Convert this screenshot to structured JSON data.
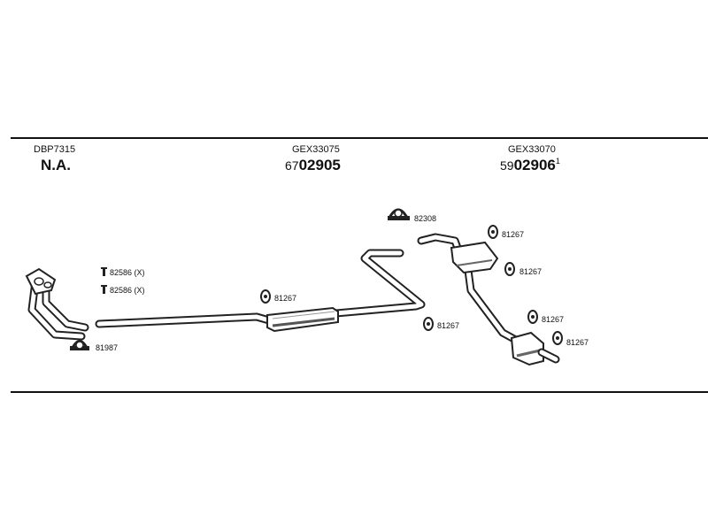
{
  "sections": [
    {
      "code": "DBP7315",
      "part_prefix": "",
      "part_main": "N.A.",
      "part_sup": ""
    },
    {
      "code": "GEX33075",
      "part_prefix": "67",
      "part_main": "02905",
      "part_sup": ""
    },
    {
      "code": "GEX33070",
      "part_prefix": "59",
      "part_main": "02906",
      "part_sup": "1"
    }
  ],
  "refs": {
    "clamp_front": "81987",
    "bolt_1": "82586 (X)",
    "bolt_2": "82586 (X)",
    "rubber_mid": "81267",
    "rubber_bend": "81267",
    "clamp_rear": "82308",
    "rubber_r1": "81267",
    "rubber_r2": "81267",
    "rubber_r3": "81267",
    "rubber_r4": "81267"
  },
  "colors": {
    "line": "#111111",
    "pipe_outline": "#222222",
    "background": "#ffffff"
  }
}
